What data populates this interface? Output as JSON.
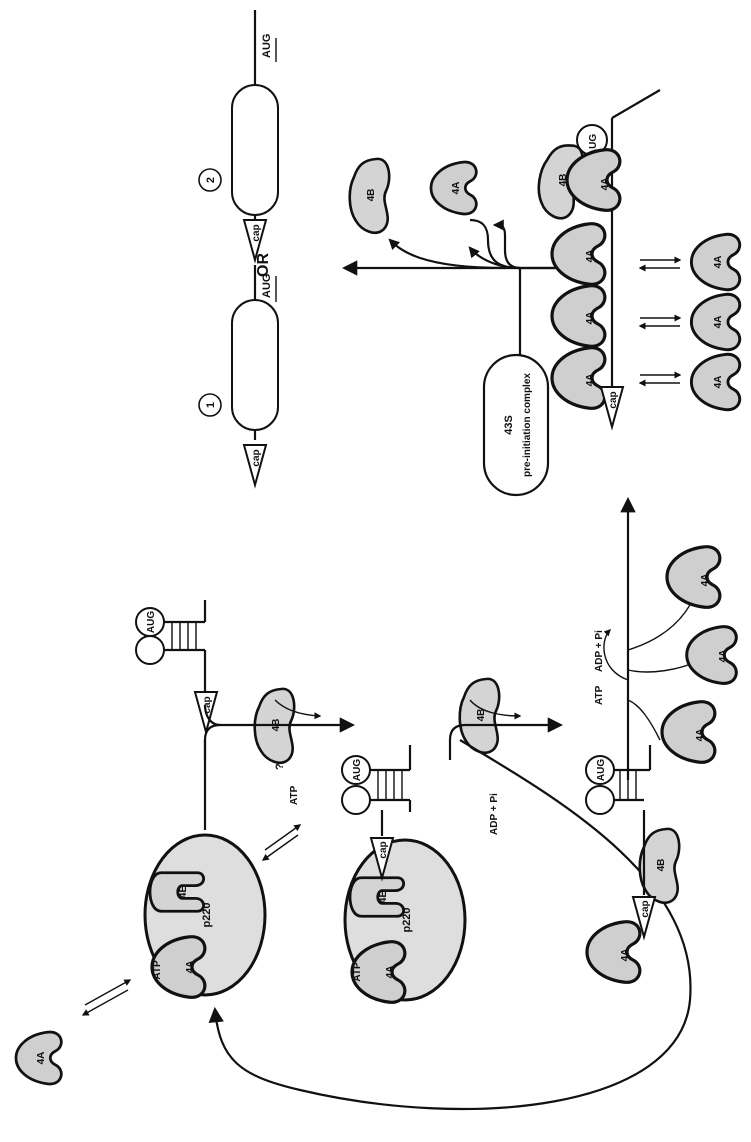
{
  "diagram": {
    "alternative_word": "OR",
    "alternatives": [
      {
        "number": "1",
        "cap": "cap",
        "aug": "AUG"
      },
      {
        "number": "2",
        "cap": "cap",
        "aug": "AUG"
      }
    ],
    "preinitiation": {
      "line1": "43S",
      "line2": "pre-initiation complex"
    },
    "factors": {
      "eif4a": "4A",
      "eif4b": "4B",
      "eif4e": "4E",
      "p220": "p220",
      "cap": "cap",
      "aug": "AUG"
    },
    "nucleotides": {
      "atp": "ATP",
      "adp_pi": "ADP + Pi"
    },
    "unknown_step": "?"
  }
}
